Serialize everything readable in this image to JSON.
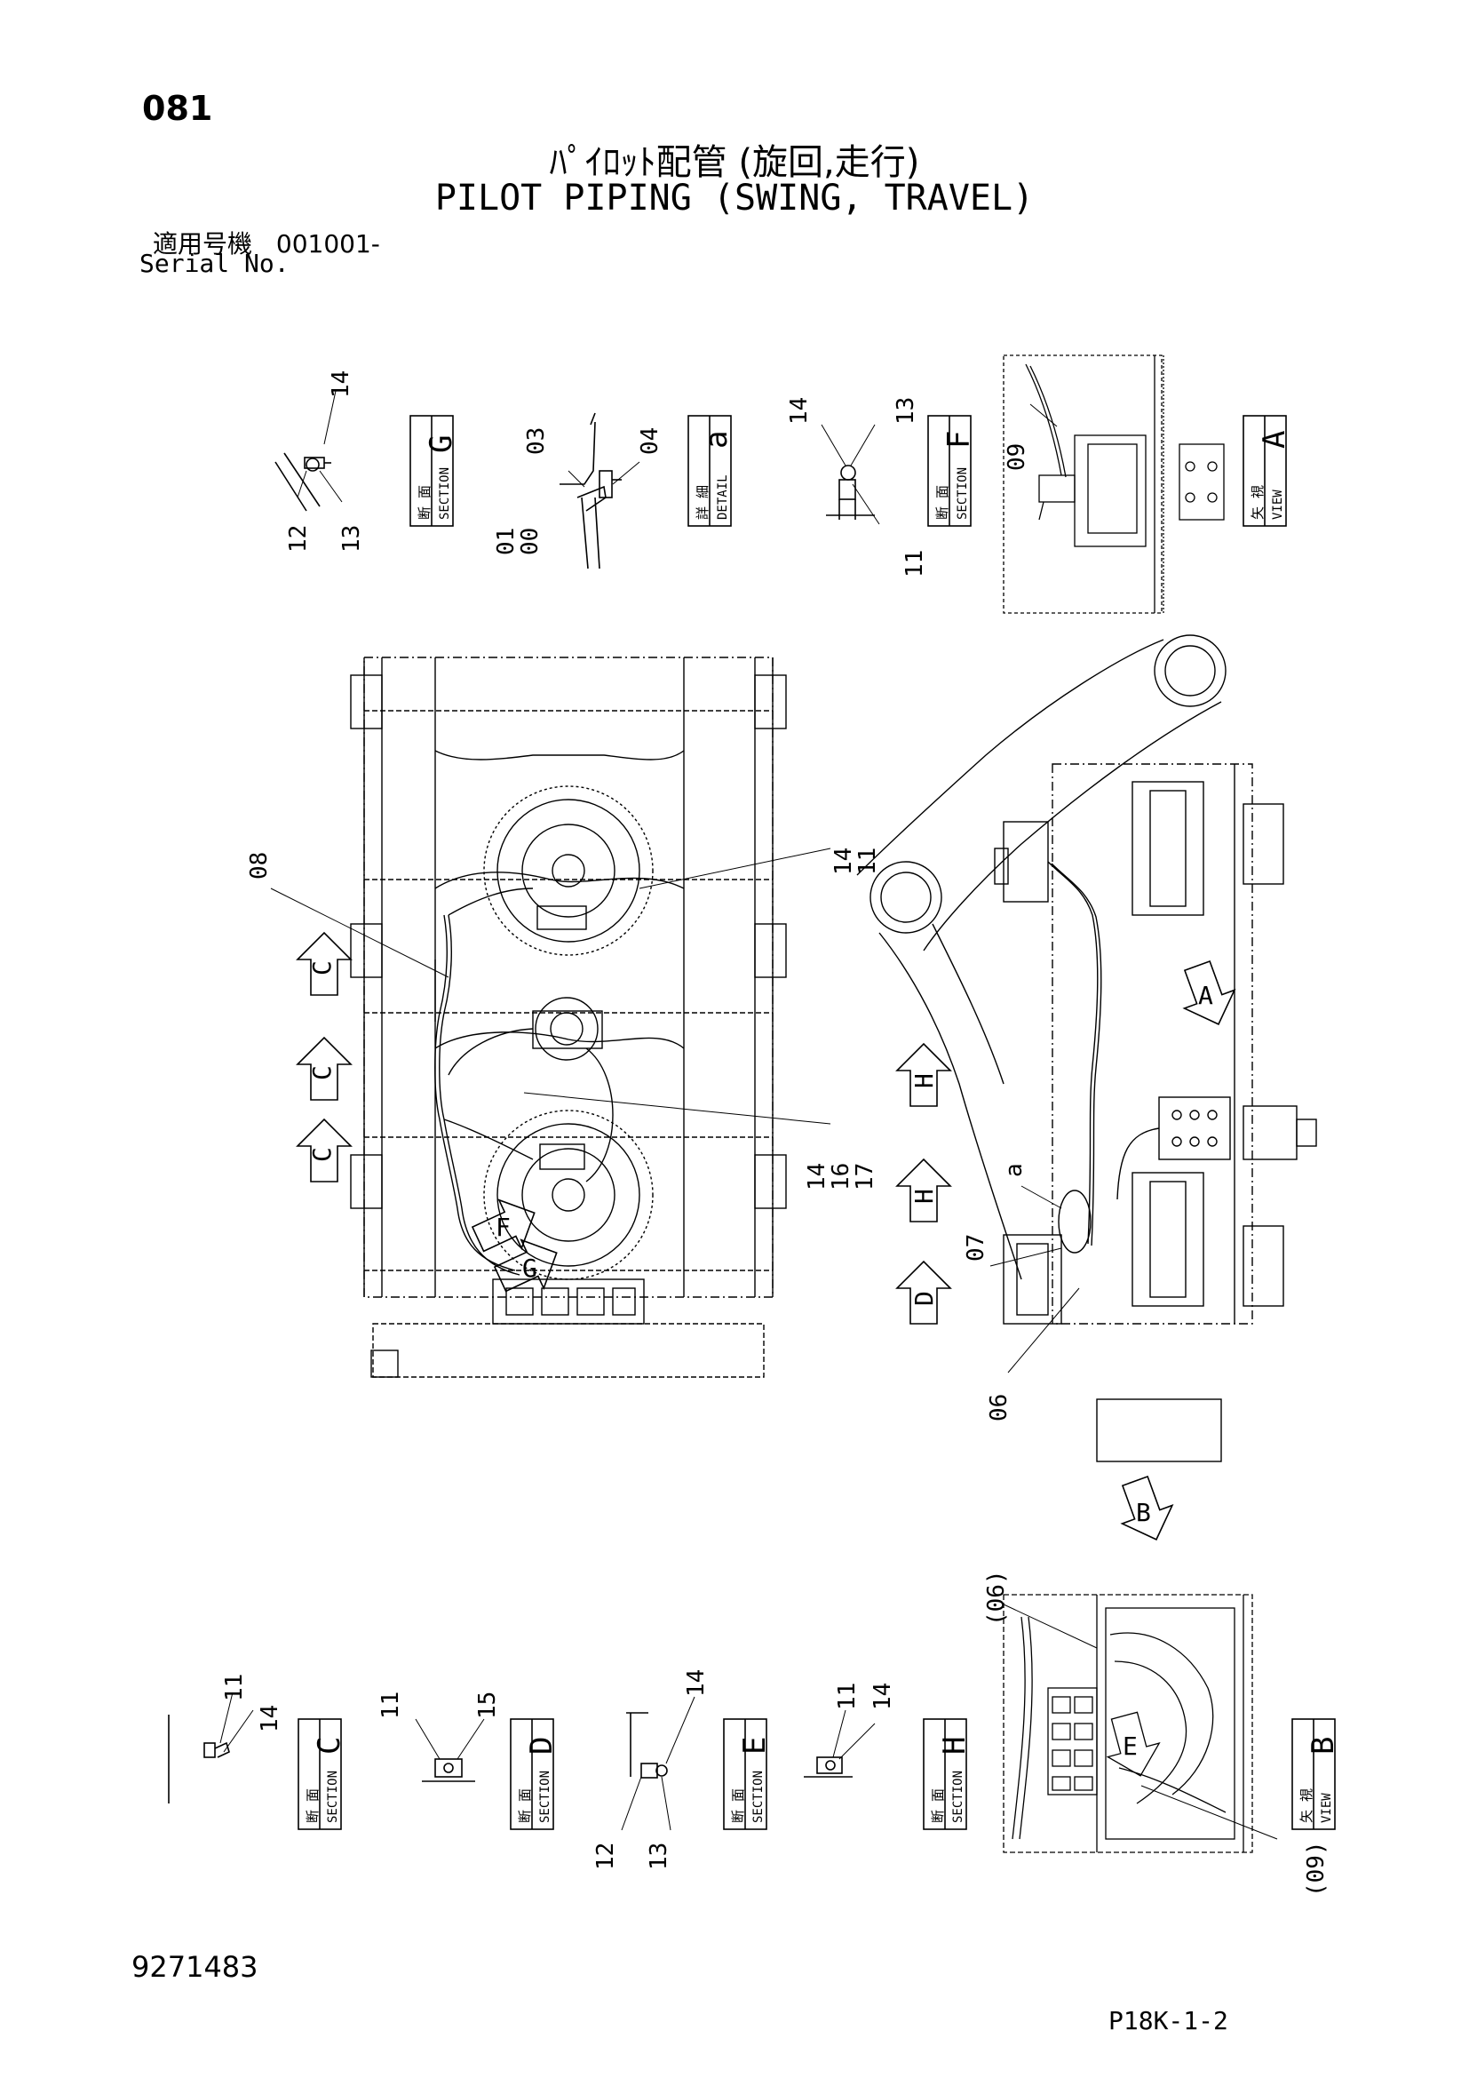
{
  "header": {
    "page_no": "081",
    "title_jp": "ﾊﾟｲﾛｯﾄ配管 (旋回,走行)",
    "title_en": "PILOT PIPING (SWING, TRAVEL)",
    "serial_label_jp": "適用号機",
    "serial_value": "001001-",
    "serial_label_en": "Serial No."
  },
  "footer": {
    "doc_no": "9271483",
    "page_code": "P18K-1-2"
  },
  "views": {
    "section_g": {
      "jp": "断 面",
      "en": "SECTION",
      "letter": "G"
    },
    "detail_a": {
      "jp": "詳 細",
      "en": "DETAIL",
      "letter": "a"
    },
    "section_f": {
      "jp": "断 面",
      "en": "SECTION",
      "letter": "F"
    },
    "view_a": {
      "jp": "矢 視",
      "en": "VIEW",
      "letter": "A"
    },
    "section_c": {
      "jp": "断 面",
      "en": "SECTION",
      "letter": "C"
    },
    "section_d": {
      "jp": "断 面",
      "en": "SECTION",
      "letter": "D"
    },
    "section_e": {
      "jp": "断 面",
      "en": "SECTION",
      "letter": "E"
    },
    "section_h": {
      "jp": "断 面",
      "en": "SECTION",
      "letter": "H"
    },
    "view_b": {
      "jp": "矢 視",
      "en": "VIEW",
      "letter": "B"
    }
  },
  "callouts": {
    "g_14": "14",
    "g_12": "12",
    "g_13": "13",
    "a_03": "03",
    "a_04": "04",
    "a_01": "01",
    "a_00": "00",
    "f_14": "14",
    "f_13": "13",
    "f_11": "11",
    "va_09": "09",
    "main_08": "08",
    "main_14": "14",
    "main_11": "11",
    "main_14b": "14",
    "main_16": "16",
    "main_17": "17",
    "side_a": "a",
    "side_07": "07",
    "side_06": "06",
    "c_11": "11",
    "c_14": "14",
    "d_11": "11",
    "d_15": "15",
    "e_14": "14",
    "e_12": "12",
    "e_13": "13",
    "h_11": "11",
    "h_14": "14",
    "vb_06": "(06)",
    "vb_09": "(09)"
  },
  "arrows": {
    "c1": "C",
    "c2": "C",
    "c3": "C",
    "h1": "H",
    "h2": "H",
    "d": "D",
    "e": "E",
    "f": "F",
    "g": "G",
    "a": "A",
    "b": "B"
  }
}
